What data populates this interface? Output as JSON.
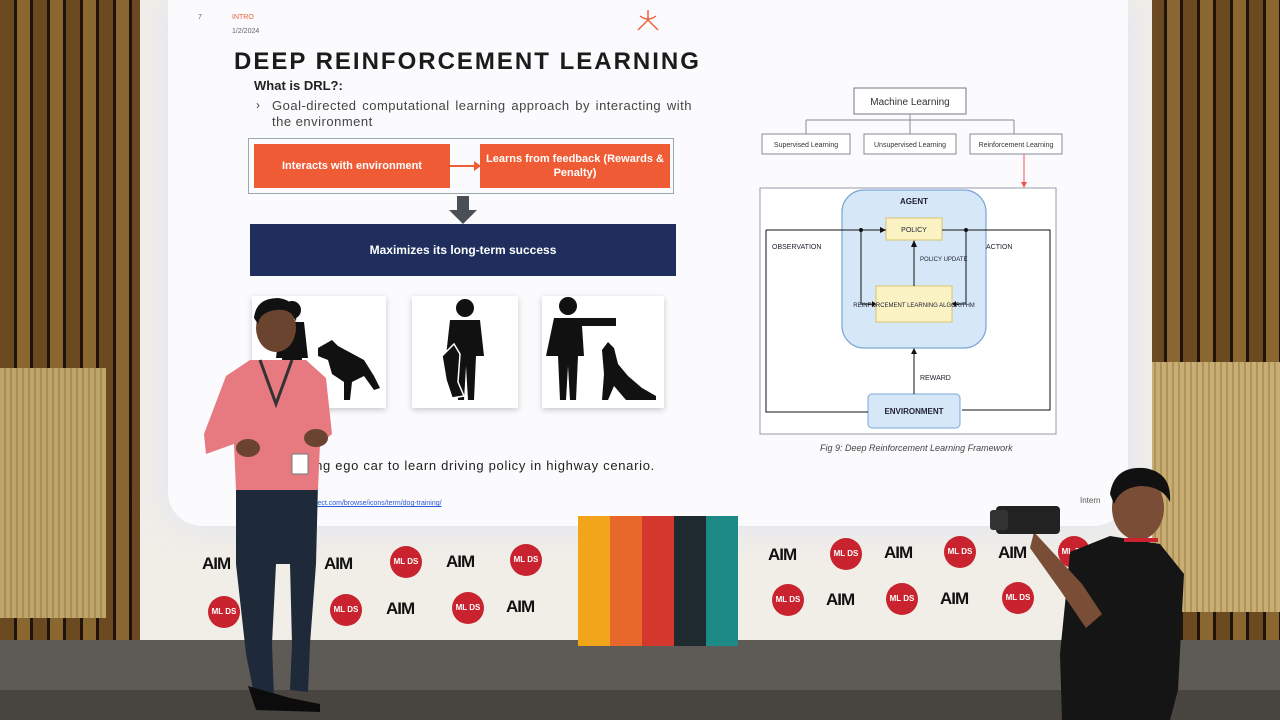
{
  "slide": {
    "number": "7",
    "header_tag": "INTRO",
    "date": "1/2/2024",
    "title": "DEEP REINFORCEMENT LEARNING",
    "question": "What is DRL?:",
    "bullet_glyph": "›",
    "description": "Goal-directed computational learning approach by interacting with the environment",
    "flow": {
      "box1": "Interacts with environment",
      "box2": "Learns from feedback (Rewards & Penalty)",
      "box3": "Maximizes its long-term success"
    },
    "example_text": "bling ego car to learn driving policy in highway cenario.",
    "source_link": "unproject.com/browse/icons/term/dog-training/",
    "footer_right": "Intern",
    "diagram": {
      "root": "Machine Learning",
      "children": [
        "Supervised Learning",
        "Unsupervised Learning",
        "Reinforcement Learning"
      ],
      "agent": "AGENT",
      "policy": "POLICY",
      "policy_update": "POLICY UPDATE",
      "algorithm": "REINFORCEMENT LEARNING ALGORITHM",
      "observation": "OBSERVATION",
      "action": "ACTION",
      "reward": "REWARD",
      "environment": "ENVIRONMENT"
    },
    "caption": "Fig 9: Deep Reinforcement Learning Framework"
  },
  "banner": {
    "aim_text": "AIM",
    "mlds_text": "ML DS"
  },
  "colors": {
    "accent_red": "#ef5b35",
    "navy": "#1f2e5c",
    "mlds_red": "#c8232e",
    "agent_blue": "#d6e8f7",
    "policy_yellow": "#fbf3c4"
  }
}
